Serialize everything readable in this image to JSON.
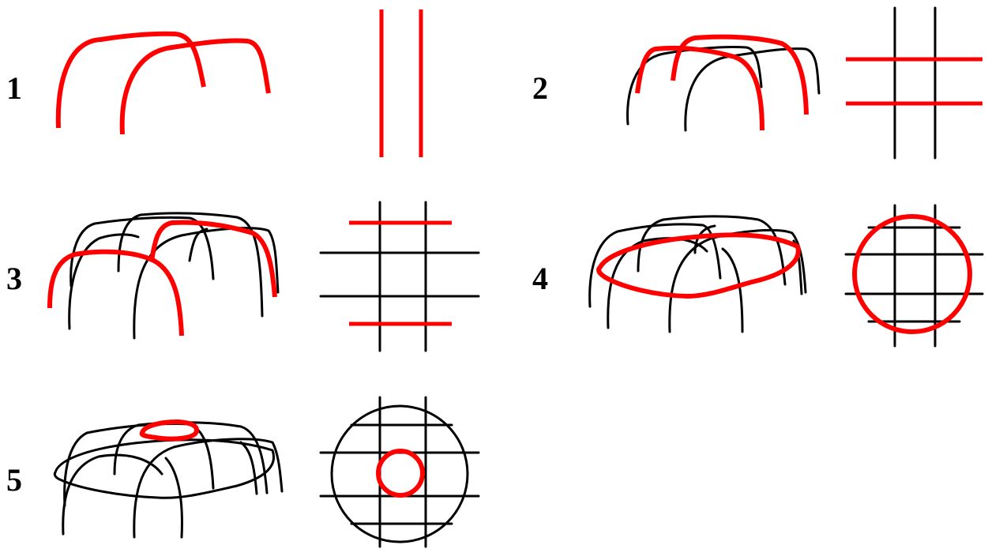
{
  "steps": [
    {
      "label": "1"
    },
    {
      "label": "2"
    },
    {
      "label": "3"
    },
    {
      "label": "4"
    },
    {
      "label": "5"
    }
  ],
  "colors": {
    "new_element": "#ff0000",
    "existing_element": "#000000",
    "background": "#ffffff"
  }
}
